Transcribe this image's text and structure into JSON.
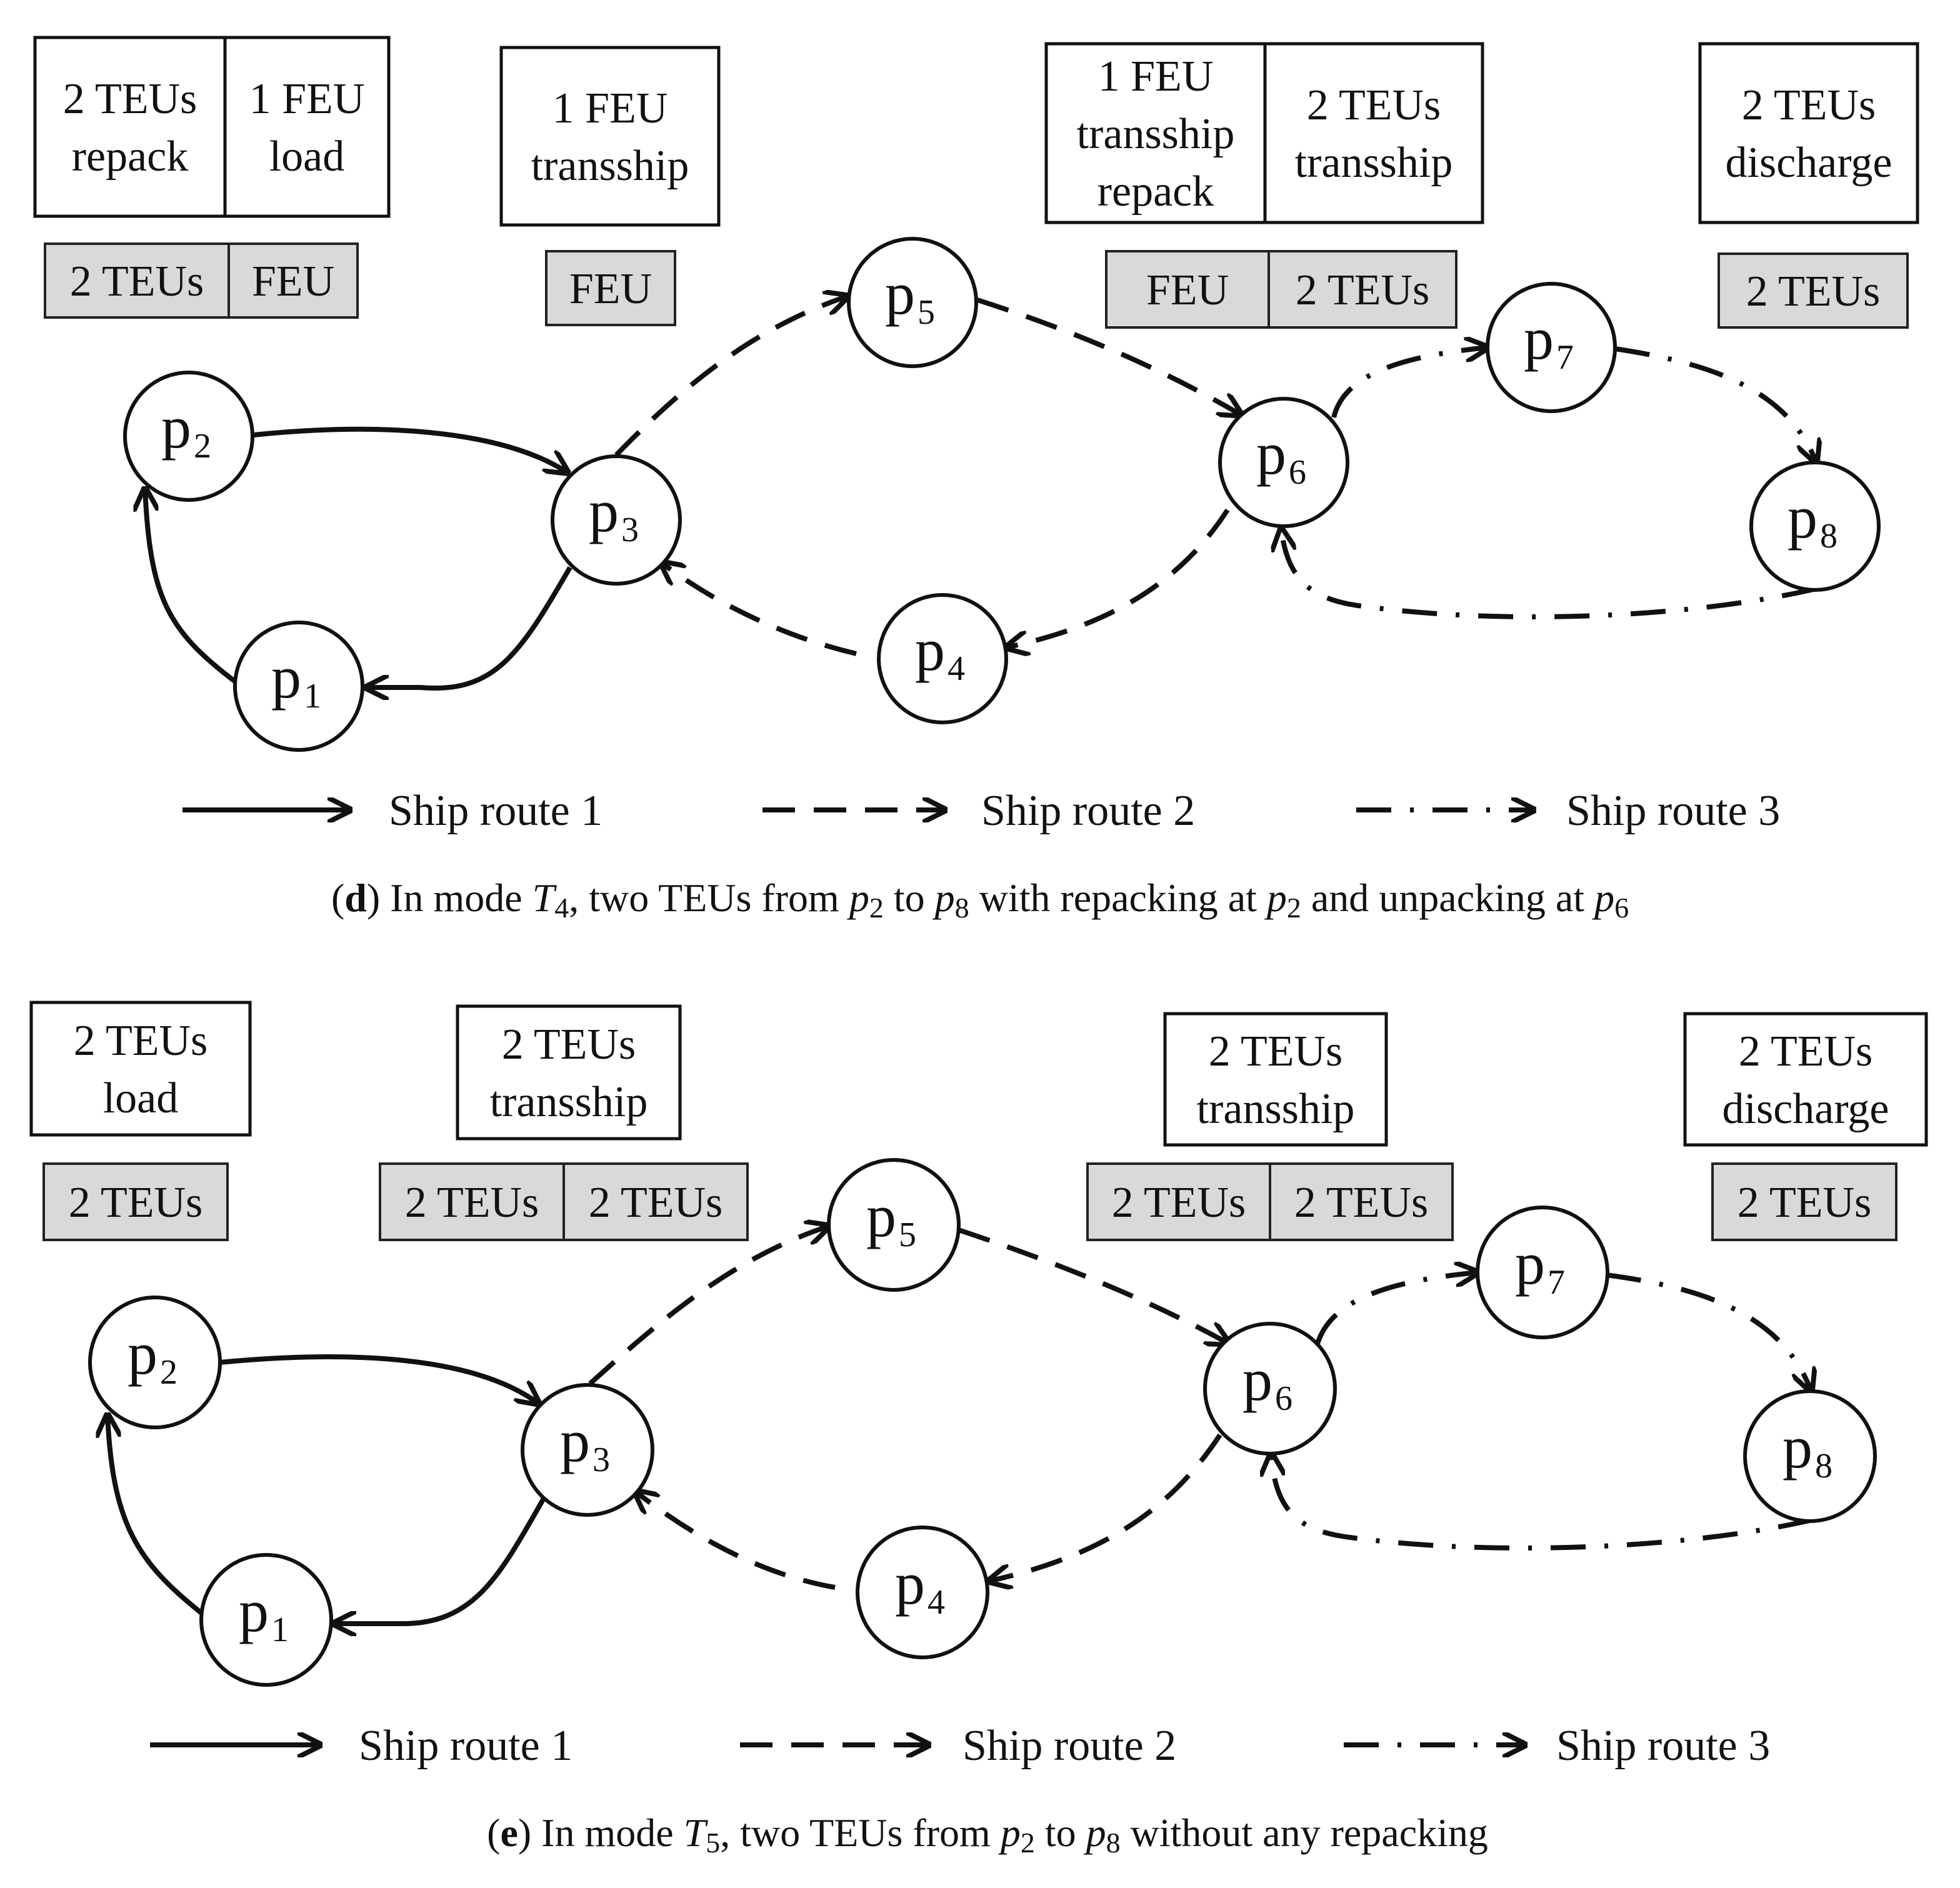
{
  "panels": [
    {
      "id": "d",
      "operations": [
        {
          "cells": [
            [
              "2 TEUs",
              "repack"
            ],
            [
              "1 FEU",
              "load"
            ]
          ]
        },
        {
          "cells": [
            [
              "1 FEU",
              "transship"
            ]
          ]
        },
        {
          "cells": [
            [
              "1 FEU",
              "transship",
              "repack"
            ],
            [
              "2 TEUs",
              "transship"
            ]
          ]
        },
        {
          "cells": [
            [
              "2 TEUs",
              "discharge"
            ]
          ]
        }
      ],
      "containers": [
        [
          "2 TEUs",
          "FEU"
        ],
        [
          "FEU"
        ],
        [
          "FEU",
          "2 TEUs"
        ],
        [
          "2 TEUs"
        ]
      ],
      "nodes": [
        {
          "letter": "p",
          "sub": "1"
        },
        {
          "letter": "p",
          "sub": "2"
        },
        {
          "letter": "p",
          "sub": "3"
        },
        {
          "letter": "p",
          "sub": "4"
        },
        {
          "letter": "p",
          "sub": "5"
        },
        {
          "letter": "p",
          "sub": "6"
        },
        {
          "letter": "p",
          "sub": "7"
        },
        {
          "letter": "p",
          "sub": "8"
        }
      ],
      "legend": [
        "Ship route 1",
        "Ship route 2",
        "Ship route 3"
      ],
      "caption": {
        "label": "d",
        "text": "In mode T4, two TEUs from p2 to p8 with repacking at p2 and unpacking at p6",
        "parts": [
          {
            "t": "(",
            "s": ""
          },
          {
            "t": "d",
            "s": "b"
          },
          {
            "t": ")  In mode ",
            "s": ""
          },
          {
            "t": "T",
            "s": "i"
          },
          {
            "t": "4",
            "s": "sub"
          },
          {
            "t": ", two TEUs from ",
            "s": ""
          },
          {
            "t": "p",
            "s": "i"
          },
          {
            "t": "2",
            "s": "sub"
          },
          {
            "t": " to ",
            "s": ""
          },
          {
            "t": "p",
            "s": "i"
          },
          {
            "t": "8",
            "s": "sub"
          },
          {
            "t": " with repacking at ",
            "s": ""
          },
          {
            "t": "p",
            "s": "i"
          },
          {
            "t": "2",
            "s": "sub"
          },
          {
            "t": " and unpacking at ",
            "s": ""
          },
          {
            "t": "p",
            "s": "i"
          },
          {
            "t": "6",
            "s": "sub"
          }
        ]
      }
    },
    {
      "id": "e",
      "operations": [
        {
          "cells": [
            [
              "2 TEUs",
              "load"
            ]
          ]
        },
        {
          "cells": [
            [
              "2 TEUs",
              "transship"
            ]
          ]
        },
        {
          "cells": [
            [
              "2 TEUs",
              "transship"
            ]
          ]
        },
        {
          "cells": [
            [
              "2 TEUs",
              "discharge"
            ]
          ]
        }
      ],
      "containers": [
        [
          "2 TEUs"
        ],
        [
          "2 TEUs",
          "2 TEUs"
        ],
        [
          "2 TEUs",
          "2 TEUs"
        ],
        [
          "2 TEUs"
        ]
      ],
      "nodes": [
        {
          "letter": "p",
          "sub": "1"
        },
        {
          "letter": "p",
          "sub": "2"
        },
        {
          "letter": "p",
          "sub": "3"
        },
        {
          "letter": "p",
          "sub": "4"
        },
        {
          "letter": "p",
          "sub": "5"
        },
        {
          "letter": "p",
          "sub": "6"
        },
        {
          "letter": "p",
          "sub": "7"
        },
        {
          "letter": "p",
          "sub": "8"
        }
      ],
      "legend": [
        "Ship route 1",
        "Ship route 2",
        "Ship route 3"
      ],
      "caption": {
        "label": "e",
        "text": "In mode T5, two TEUs from p2 to p8 without any repacking",
        "parts": [
          {
            "t": "(",
            "s": ""
          },
          {
            "t": "e",
            "s": "b"
          },
          {
            "t": ")  In mode ",
            "s": ""
          },
          {
            "t": "T",
            "s": "i"
          },
          {
            "t": "5",
            "s": "sub"
          },
          {
            "t": ", two TEUs from ",
            "s": ""
          },
          {
            "t": "p",
            "s": "i"
          },
          {
            "t": "2",
            "s": "sub"
          },
          {
            "t": " to ",
            "s": ""
          },
          {
            "t": "p",
            "s": "i"
          },
          {
            "t": "8",
            "s": "sub"
          },
          {
            "t": " without any repacking",
            "s": ""
          }
        ]
      }
    }
  ]
}
